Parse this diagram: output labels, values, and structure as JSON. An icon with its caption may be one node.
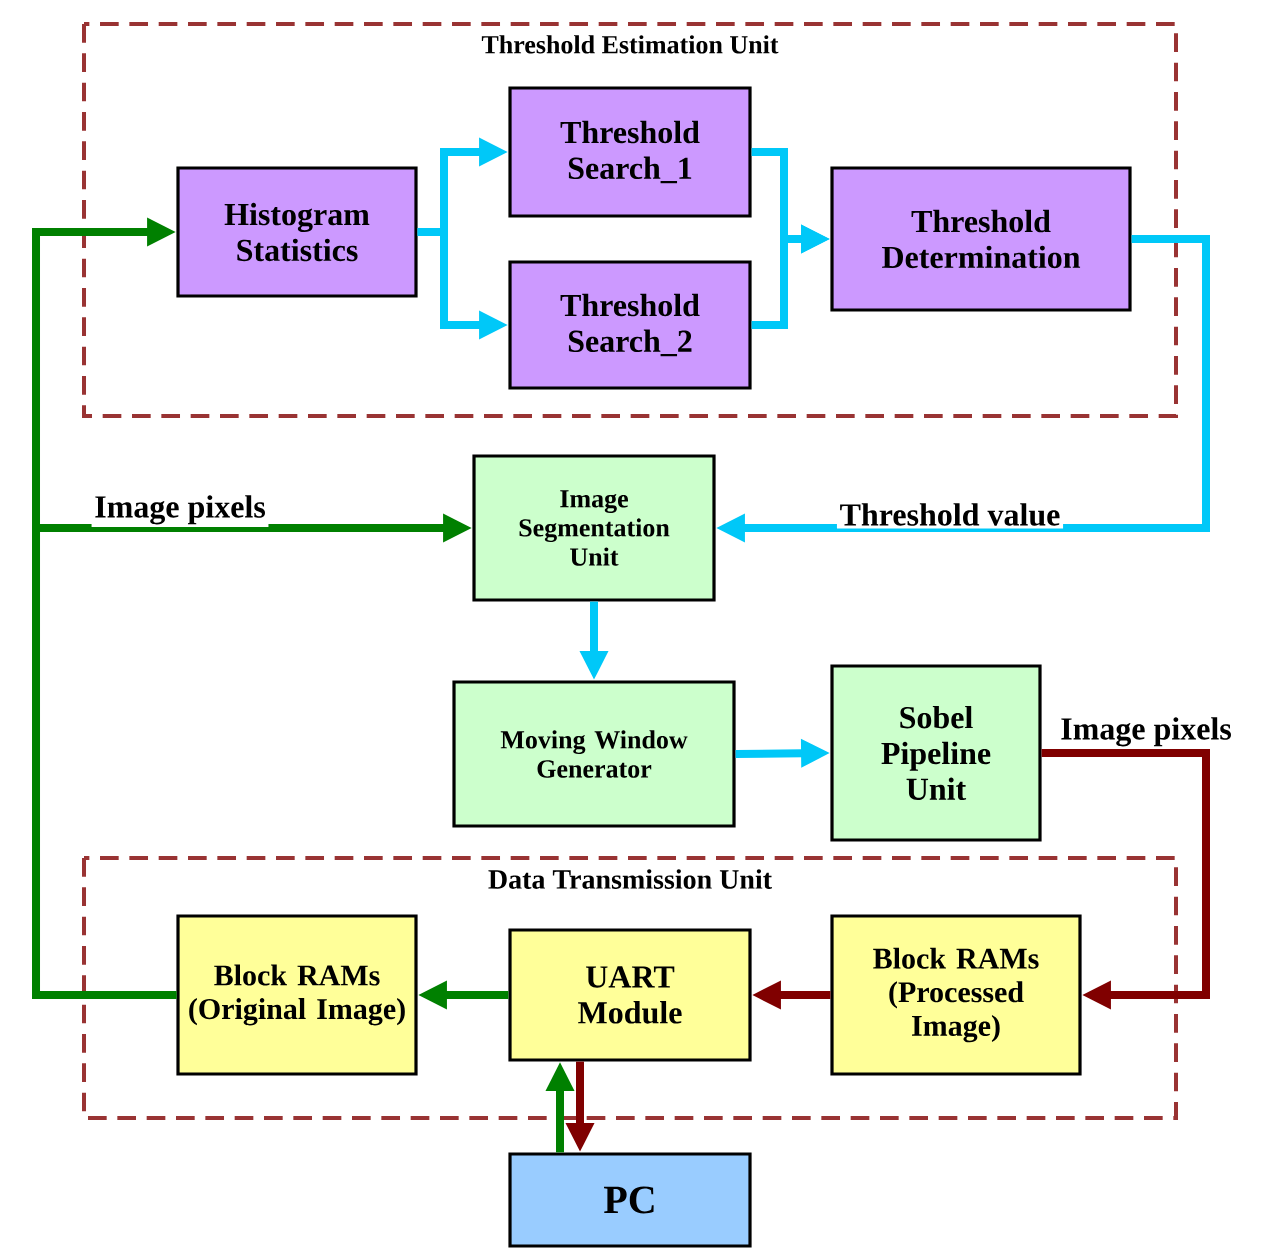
{
  "diagram": {
    "nodes": [
      {
        "text": [
          "Threshold Estimation Unit"
        ]
      },
      {
        "text": [
          "Histogram Statistics"
        ],
        "in": 0
      },
      {
        "text": [
          "Threshold Search_1"
        ],
        "in": 0
      },
      {
        "text": [
          "Threshold Search_2"
        ],
        "in": 0
      },
      {
        "text": [
          "Threshold Determination"
        ],
        "in": 0
      },
      {
        "text": [
          "Image Segmentation Unit"
        ]
      },
      {
        "text": [
          "Moving Window Generator"
        ]
      },
      {
        "text": [
          "Sobel Pipeline Unit"
        ]
      },
      {
        "text": [
          "Data Transmission Unit"
        ]
      },
      {
        "text": [
          "Block RAMs (Original Image)"
        ],
        "in": 8
      },
      {
        "text": [
          "UART Module"
        ],
        "in": 8
      },
      {
        "text": [
          "Block RAMs (Processed Image)"
        ],
        "in": 8
      },
      {
        "text": [
          "PC"
        ]
      }
    ],
    "edges": [
      {
        "from": 1,
        "to": 2,
        "arrow": "to"
      },
      {
        "from": 1,
        "to": 3,
        "arrow": "to"
      },
      {
        "from": 2,
        "to": 4,
        "arrow": "to"
      },
      {
        "from": 3,
        "to": 4,
        "arrow": "to"
      },
      {
        "from": 4,
        "to": 5,
        "arrow": "to",
        "label": "Threshold value"
      },
      {
        "from": 9,
        "to": 1,
        "arrow": "to",
        "color": "#008000"
      },
      {
        "from": 9,
        "to": 5,
        "arrow": "to",
        "label": "Image pixels",
        "color": "#008000"
      },
      {
        "from": 5,
        "to": 6,
        "arrow": "to"
      },
      {
        "from": 6,
        "to": 7,
        "arrow": "to"
      },
      {
        "from": 7,
        "to": 11,
        "arrow": "to",
        "label": "Image pixels",
        "color": "#800000"
      },
      {
        "from": 11,
        "to": 10,
        "arrow": "to",
        "color": "#800000"
      },
      {
        "from": 10,
        "to": 9,
        "arrow": "to",
        "color": "#008000"
      },
      {
        "from": 12,
        "to": 10,
        "arrow": "to",
        "color": "#008000"
      },
      {
        "from": 10,
        "to": 12,
        "arrow": "to",
        "color": "#800000"
      }
    ]
  }
}
